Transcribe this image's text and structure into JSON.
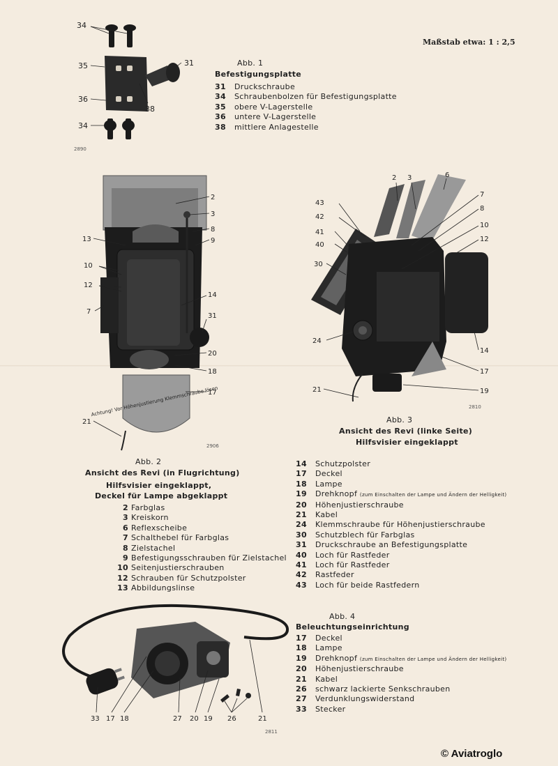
{
  "scale": "Maßstab etwa: 1 : 2,5",
  "copyright": "© Aviatroglo",
  "fig1": {
    "title": "Abb. 1",
    "subtitle": "Befestigungsplatte",
    "serial": "2890",
    "legend": [
      {
        "n": "31",
        "t": "Druckschraube"
      },
      {
        "n": "34",
        "t": "Schraubenbolzen für Befestigungsplatte"
      },
      {
        "n": "35",
        "t": "obere V-Lagerstelle"
      },
      {
        "n": "36",
        "t": "untere V-Lagerstelle"
      },
      {
        "n": "38",
        "t": "mittlere Anlagestelle"
      }
    ],
    "callouts": [
      "34",
      "35",
      "31",
      "36",
      "38",
      "34"
    ]
  },
  "fig2": {
    "title": "Abb. 2",
    "subtitle": "Ansicht des Revi (in Flugrichtung)",
    "subtitle2": "Hilfsvisier eingeklappt,",
    "subtitle3": "Deckel für Lampe abgeklappt",
    "serial": "2906",
    "cover_text": "Achtung! Vor Höhenjustierung Klemmschraube lösen",
    "legend": [
      {
        "n": "2",
        "t": "Farbglas"
      },
      {
        "n": "3",
        "t": "Kreiskorn"
      },
      {
        "n": "6",
        "t": "Reflexscheibe"
      },
      {
        "n": "7",
        "t": "Schalthebel für Farbglas"
      },
      {
        "n": "8",
        "t": "Zielstachel"
      },
      {
        "n": "9",
        "t": "Befestigungsschrauben für Zielstachel"
      },
      {
        "n": "10",
        "t": "Seitenjustierschrauben"
      },
      {
        "n": "12",
        "t": "Schrauben für Schutzpolster"
      },
      {
        "n": "13",
        "t": "Abbildungslinse"
      }
    ],
    "callouts": [
      "2",
      "3",
      "8",
      "9",
      "13",
      "10",
      "12",
      "14",
      "7",
      "31",
      "20",
      "18",
      "17",
      "21"
    ]
  },
  "fig3": {
    "title": "Abb. 3",
    "subtitle": "Ansicht des Revi (linke Seite)",
    "subtitle2": "Hilfsvisier eingeklappt",
    "serial": "2810",
    "legend": [
      {
        "n": "14",
        "t": "Schutzpolster",
        "note": ""
      },
      {
        "n": "17",
        "t": "Deckel",
        "note": ""
      },
      {
        "n": "18",
        "t": "Lampe",
        "note": ""
      },
      {
        "n": "19",
        "t": "Drehknopf",
        "note": "(zum Einschalten der Lampe und Ändern der Helligkeit)"
      },
      {
        "n": "20",
        "t": "Höhenjustierschraube",
        "note": ""
      },
      {
        "n": "21",
        "t": "Kabel",
        "note": ""
      },
      {
        "n": "24",
        "t": "Klemmschraube für Höhenjustierschraube",
        "note": ""
      },
      {
        "n": "30",
        "t": "Schutzblech für Farbglas",
        "note": ""
      },
      {
        "n": "31",
        "t": "Druckschraube an Befestigungsplatte",
        "note": ""
      },
      {
        "n": "40",
        "t": "Loch für Rastfeder",
        "note": ""
      },
      {
        "n": "41",
        "t": "Loch für Rastfeder",
        "note": ""
      },
      {
        "n": "42",
        "t": "Rastfeder",
        "note": ""
      },
      {
        "n": "43",
        "t": "Loch für beide Rastfedern",
        "note": ""
      }
    ],
    "callouts": [
      "2",
      "3",
      "6",
      "43",
      "42",
      "7",
      "8",
      "41",
      "40",
      "10",
      "12",
      "30",
      "24",
      "14",
      "17",
      "21",
      "19"
    ]
  },
  "fig4": {
    "title": "Abb. 4",
    "subtitle": "Beleuchtungseinrichtung",
    "serial": "2811",
    "legend": [
      {
        "n": "17",
        "t": "Deckel",
        "note": ""
      },
      {
        "n": "18",
        "t": "Lampe",
        "note": ""
      },
      {
        "n": "19",
        "t": "Drehknopf",
        "note": "(zum Einschalten der Lampe und Ändern der Helligkeit)"
      },
      {
        "n": "20",
        "t": "Höhenjustierschraube",
        "note": ""
      },
      {
        "n": "21",
        "t": "Kabel",
        "note": ""
      },
      {
        "n": "26",
        "t": "schwarz lackierte Senkschrauben",
        "note": ""
      },
      {
        "n": "27",
        "t": "Verdunklungswiderstand",
        "note": ""
      },
      {
        "n": "33",
        "t": "Stecker",
        "note": ""
      }
    ],
    "callouts": [
      "33",
      "17",
      "18",
      "27",
      "20",
      "19",
      "26",
      "21"
    ]
  }
}
